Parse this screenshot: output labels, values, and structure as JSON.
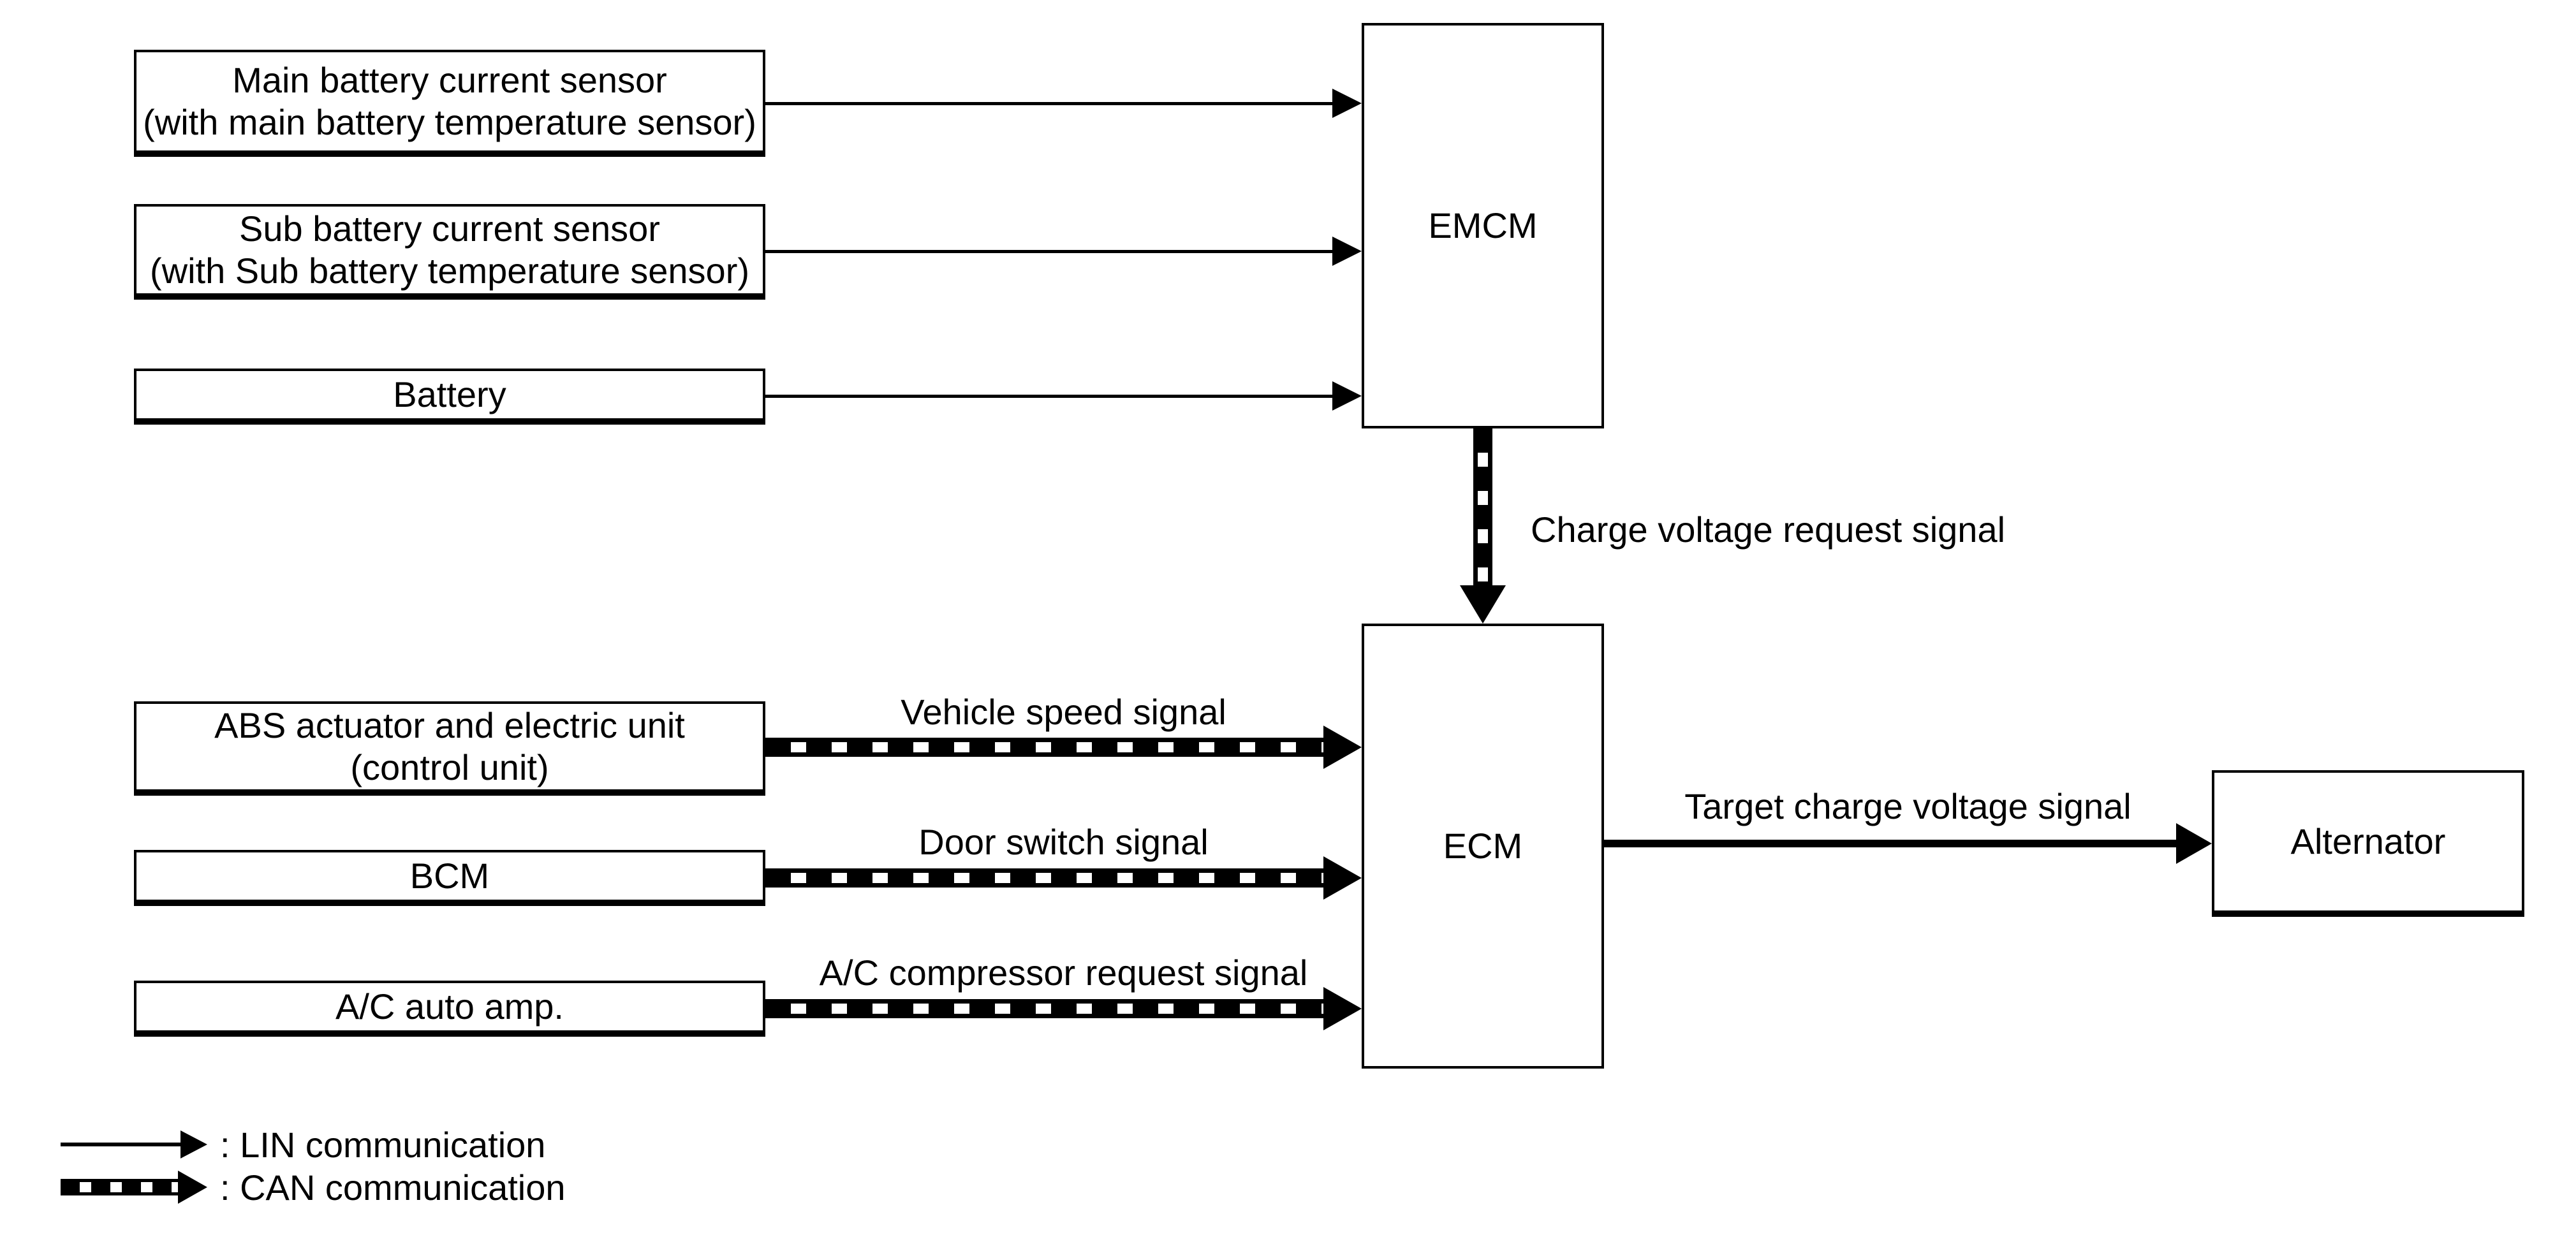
{
  "colors": {
    "ink": "#000000",
    "background": "#ffffff"
  },
  "boxes": {
    "main_battery": {
      "line1": "Main battery current sensor",
      "line2": "(with main battery temperature sensor)"
    },
    "sub_battery": {
      "line1": "Sub battery current sensor",
      "line2": "(with Sub battery temperature sensor)"
    },
    "battery": {
      "line1": "Battery"
    },
    "emcm": {
      "line1": "EMCM"
    },
    "abs_unit": {
      "line1": "ABS actuator and electric unit",
      "line2": "(control unit)"
    },
    "bcm": {
      "line1": "BCM"
    },
    "ac_auto_amp": {
      "line1": "A/C auto amp."
    },
    "ecm": {
      "line1": "ECM"
    },
    "alternator": {
      "line1": "Alternator"
    }
  },
  "signals": {
    "charge_voltage_request": "Charge voltage request signal",
    "vehicle_speed": "Vehicle speed signal",
    "door_switch": "Door switch signal",
    "ac_compressor_request": "A/C compressor request signal",
    "target_charge_voltage": "Target charge voltage signal"
  },
  "legend": {
    "lin": ": LIN communication",
    "can": ": CAN communication"
  }
}
